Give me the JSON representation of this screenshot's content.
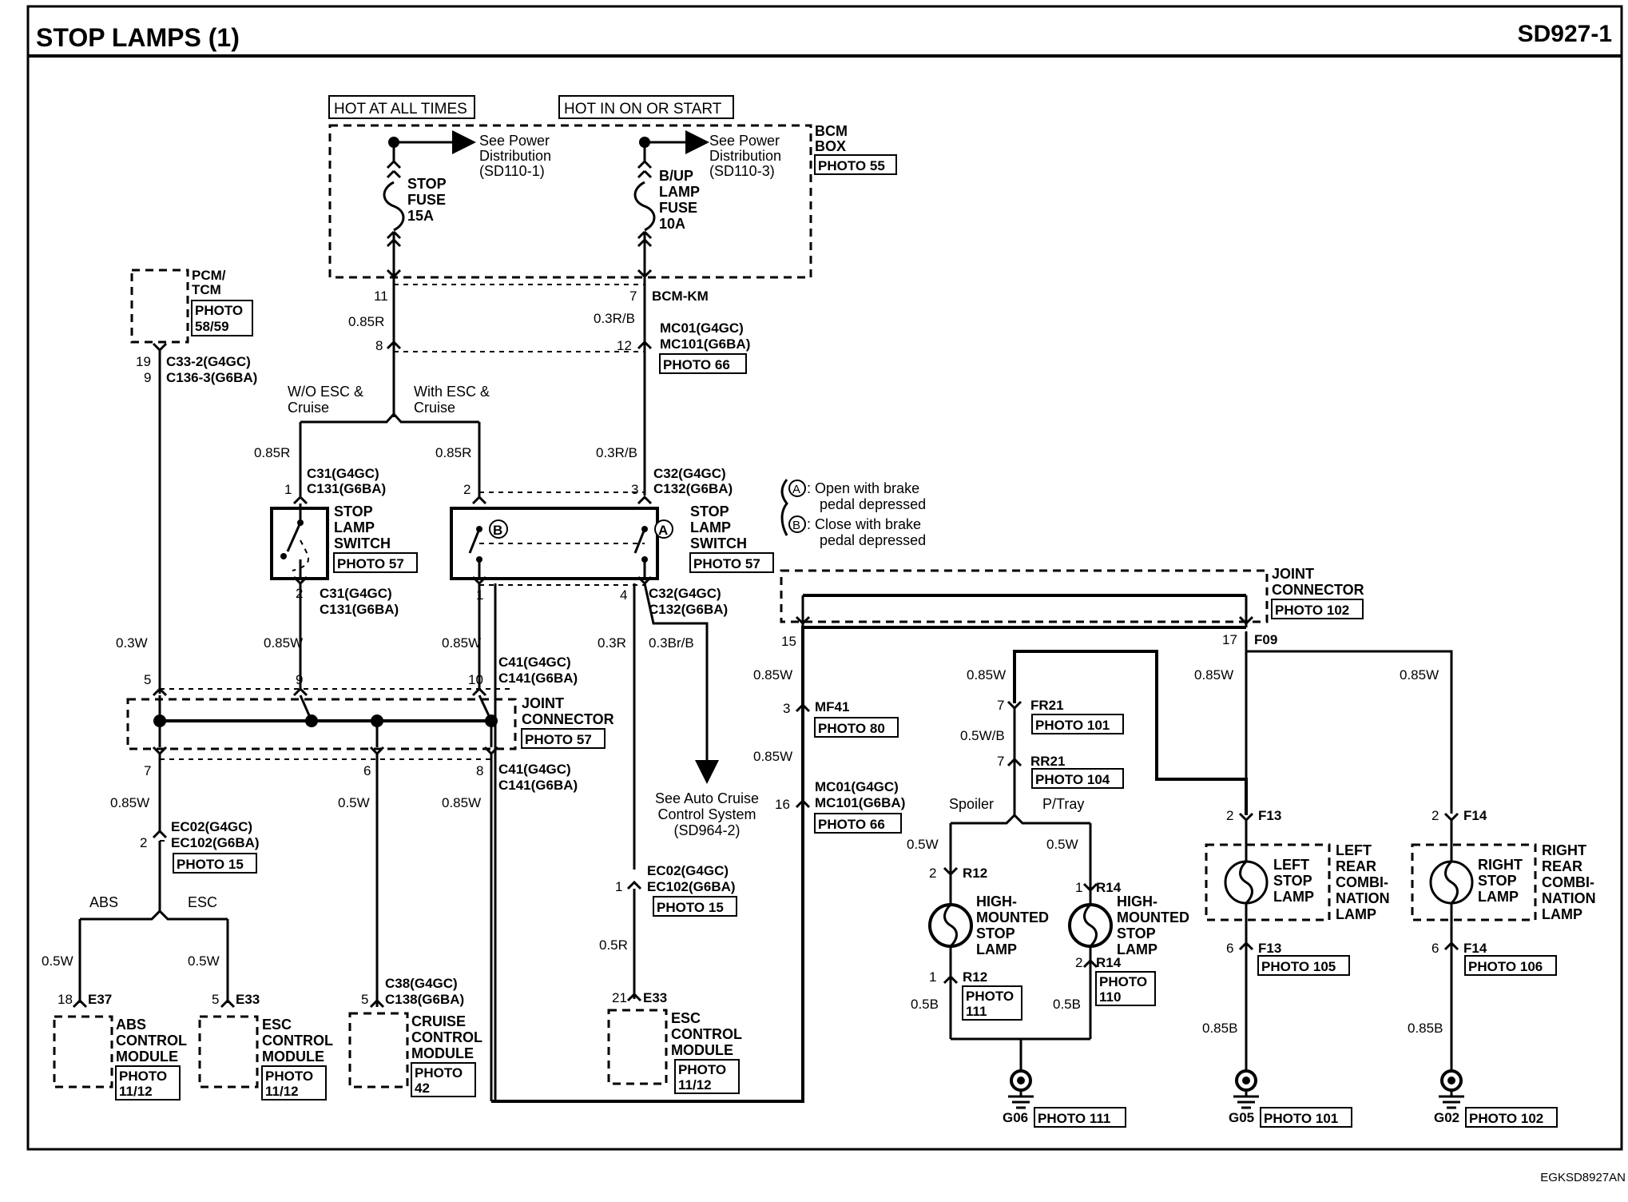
{
  "header": {
    "title": "STOP LAMPS (1)",
    "code": "SD927-1"
  },
  "footer_code": "EGKSD8927AN",
  "power": {
    "hot_at_all_times": "HOT AT ALL TIMES",
    "hot_in_on": "HOT IN ON OR START",
    "see_power_1": [
      "See Power",
      "Distribution",
      "(SD110-1)"
    ],
    "see_power_2": [
      "See Power",
      "Distribution",
      "(SD110-3)"
    ],
    "stop_fuse": [
      "STOP",
      "FUSE",
      "15A"
    ],
    "bup_fuse": [
      "B/UP",
      "LAMP",
      "FUSE",
      "10A"
    ],
    "bcm_box": [
      "BCM",
      "BOX"
    ],
    "bcm_photo": "PHOTO 55"
  },
  "pcm": {
    "label": [
      "PCM/",
      "TCM"
    ],
    "photo": [
      "PHOTO",
      "58/59"
    ]
  },
  "pins": {
    "p11": "11",
    "p7": "7",
    "p8": "8",
    "p12": "12",
    "p19": "19",
    "p9": "9",
    "p1": "1",
    "p2": "2",
    "p3": "3",
    "p2b": "2",
    "p1b": "1",
    "p4": "4",
    "p5": "5",
    "p9b": "9",
    "p10": "10",
    "p7b": "7",
    "p6": "6",
    "p8b": "8",
    "p15": "15",
    "p17": "17",
    "p3b": "3",
    "p16": "16",
    "p2c": "2",
    "p1c": "1",
    "p18": "18",
    "p5b": "5",
    "p5c": "5",
    "p21": "21",
    "p7c": "7",
    "p7d": "7",
    "p2d": "2",
    "p1d": "1",
    "p2e": "2",
    "p2f": "2",
    "p6b": "6",
    "p2g": "2",
    "p6c": "6",
    "p1e": "1"
  },
  "wires": {
    "r085": "0.85R",
    "rb03": "0.3R/B",
    "r085b": "0.85R",
    "r085c": "0.85R",
    "rb03b": "0.3R/B",
    "w03": "0.3W",
    "w085a": "0.85W",
    "w085b": "0.85W",
    "r03": "0.3R",
    "brb03": "0.3Br/B",
    "w085c": "0.85W",
    "w05a": "0.5W",
    "w085d": "0.85W",
    "w05b": "0.5W",
    "w05c": "0.5W",
    "r05": "0.5R",
    "w085e": "0.85W",
    "w085f": "0.85W",
    "w085g": "0.85W",
    "w085h": "0.85W",
    "w085i": "0.85W",
    "wb05": "0.5W/B",
    "w05d": "0.5W",
    "w05e": "0.5W",
    "b05a": "0.5B",
    "b05b": "0.5B",
    "b085a": "0.85B",
    "b085b": "0.85B"
  },
  "connectors": {
    "bcm_km": "BCM-KM",
    "mc01": "MC01(G4GC)",
    "mc101": "MC101(G6BA)",
    "photo66": "PHOTO 66",
    "c33": "C33-2(G4GC)",
    "c136": "C136-3(G6BA)",
    "c31a": "C31(G4GC)",
    "c131a": "C131(G6BA)",
    "c32a": "C32(G4GC)",
    "c132a": "C132(G6BA)",
    "c31b": "C31(G4GC)",
    "c131b": "C131(G6BA)",
    "c32b": "C32(G4GC)",
    "c132b": "C132(G6BA)",
    "c41a": "C41(G4GC)",
    "c141a": "C141(G6BA)",
    "c41b": "C41(G4GC)",
    "c141b": "C141(G6BA)",
    "ec02a": "EC02(G4GC)",
    "ec102a": "EC102(G6BA)",
    "photo15a": "PHOTO 15",
    "ec02b": "EC02(G4GC)",
    "ec102b": "EC102(G6BA)",
    "photo15b": "PHOTO 15",
    "c38": "C38(G4GC)",
    "c138": "C138(G6BA)",
    "e37": "E37",
    "e33a": "E33",
    "e33b": "E33",
    "f09": "F09",
    "mf41": "MF41",
    "photo80": "PHOTO 80",
    "mc01b": "MC01(G4GC)",
    "mc101b": "MC101(G6BA)",
    "photo66b": "PHOTO 66",
    "fr21": "FR21",
    "photo101a": "PHOTO 101",
    "rr21": "RR21",
    "photo104": "PHOTO 104",
    "r12a": "R12",
    "r12b": "R12",
    "r14a": "R14",
    "r14b": "R14",
    "f13a": "F13",
    "f13b": "F13",
    "f14a": "F14",
    "f14b": "F14",
    "photo105": "PHOTO 105",
    "photo106": "PHOTO 106"
  },
  "branches": {
    "wo_esc": [
      "W/O ESC &",
      "Cruise"
    ],
    "with_esc": [
      "With ESC &",
      "Cruise"
    ],
    "abs": "ABS",
    "esc": "ESC",
    "spoiler": "Spoiler",
    "ptray": "P/Tray"
  },
  "switch": {
    "label": [
      "STOP",
      "LAMP",
      "SWITCH"
    ],
    "photo": "PHOTO 57",
    "label2": [
      "STOP",
      "LAMP",
      "SWITCH"
    ],
    "photo2": "PHOTO 57",
    "a": "A",
    "b": "B"
  },
  "legend": {
    "a_line1": ": Open with brake",
    "a_line2": "pedal depressed",
    "b_line1": ": Close with brake",
    "b_line2": "pedal depressed"
  },
  "joint1": {
    "label": [
      "JOINT",
      "CONNECTOR"
    ],
    "photo": "PHOTO 57"
  },
  "joint2": {
    "label": [
      "JOINT",
      "CONNECTOR"
    ],
    "photo": "PHOTO 102"
  },
  "cruise_ref": [
    "See Auto Cruise",
    "Control System",
    "(SD964-2)"
  ],
  "modules": {
    "abs": {
      "label": [
        "ABS",
        "CONTROL",
        "MODULE"
      ],
      "photo": [
        "PHOTO",
        "11/12"
      ]
    },
    "esc1": {
      "label": [
        "ESC",
        "CONTROL",
        "MODULE"
      ],
      "photo": [
        "PHOTO",
        "11/12"
      ]
    },
    "cruise": {
      "label": [
        "CRUISE",
        "CONTROL",
        "MODULE"
      ],
      "photo": [
        "PHOTO",
        "42"
      ]
    },
    "esc2": {
      "label": [
        "ESC",
        "CONTROL",
        "MODULE"
      ],
      "photo": [
        "PHOTO",
        "11/12"
      ]
    }
  },
  "lamps": {
    "hm1": {
      "label": [
        "HIGH-",
        "MOUNTED",
        "STOP",
        "LAMP"
      ],
      "photo": [
        "PHOTO",
        "111"
      ]
    },
    "hm2": {
      "label": [
        "HIGH-",
        "MOUNTED",
        "STOP",
        "LAMP"
      ],
      "photo": [
        "PHOTO",
        "110"
      ]
    },
    "left": {
      "inner": [
        "LEFT",
        "STOP",
        "LAMP"
      ],
      "outer": [
        "LEFT",
        "REAR",
        "COMBI-",
        "NATION",
        "LAMP"
      ]
    },
    "right": {
      "inner": [
        "RIGHT",
        "STOP",
        "LAMP"
      ],
      "outer": [
        "RIGHT",
        "REAR",
        "COMBI-",
        "NATION",
        "LAMP"
      ]
    }
  },
  "grounds": {
    "g06": "G06",
    "g06_photo": "PHOTO 111",
    "g05": "G05",
    "g05_photo": "PHOTO 101",
    "g02": "G02",
    "g02_photo": "PHOTO 102"
  }
}
